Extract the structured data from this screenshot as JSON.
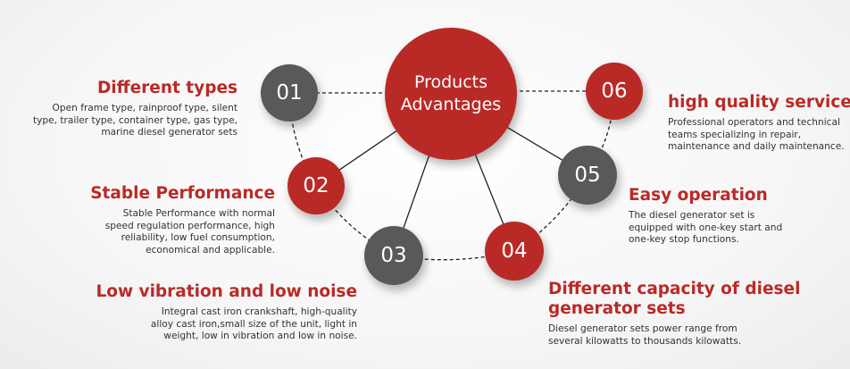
{
  "colors": {
    "red": "#b92a27",
    "gray": "#595959",
    "title_red": "#b92a27",
    "line": "#222222"
  },
  "center": {
    "title": "Products\nAdvantages"
  },
  "nodes": [
    {
      "number": "01",
      "color": "gray"
    },
    {
      "number": "02",
      "color": "red"
    },
    {
      "number": "03",
      "color": "gray"
    },
    {
      "number": "04",
      "color": "red"
    },
    {
      "number": "05",
      "color": "gray"
    },
    {
      "number": "06",
      "color": "red"
    }
  ],
  "advantages": [
    {
      "title": "Different types",
      "description": "Open frame type, rainproof type, silent\ntype, trailer type, container type, gas type,\nmarine diesel generator sets"
    },
    {
      "title": "Stable Performance",
      "description": "Stable Performance with normal\nspeed regulation performance, high\nreliability, low fuel consumption,\neconomical and applicable."
    },
    {
      "title": "Low vibration and low noise",
      "description": "Integral cast iron crankshaft, high-quality\nalloy cast iron,small size of the unit, light in\nweight, low in vibration and low in noise."
    },
    {
      "title": "Different capacity of diesel\ngenerator sets",
      "description": "Diesel generator sets power range from\nseveral kilowatts to thousands kilowatts."
    },
    {
      "title": "Easy operation",
      "description": "The diesel generator set is\nequipped with one-key start and\none-key stop functions."
    },
    {
      "title": "high quality service",
      "description": "Professional operators and technical\nteams specializing in repair,\nmaintenance and daily maintenance."
    }
  ]
}
